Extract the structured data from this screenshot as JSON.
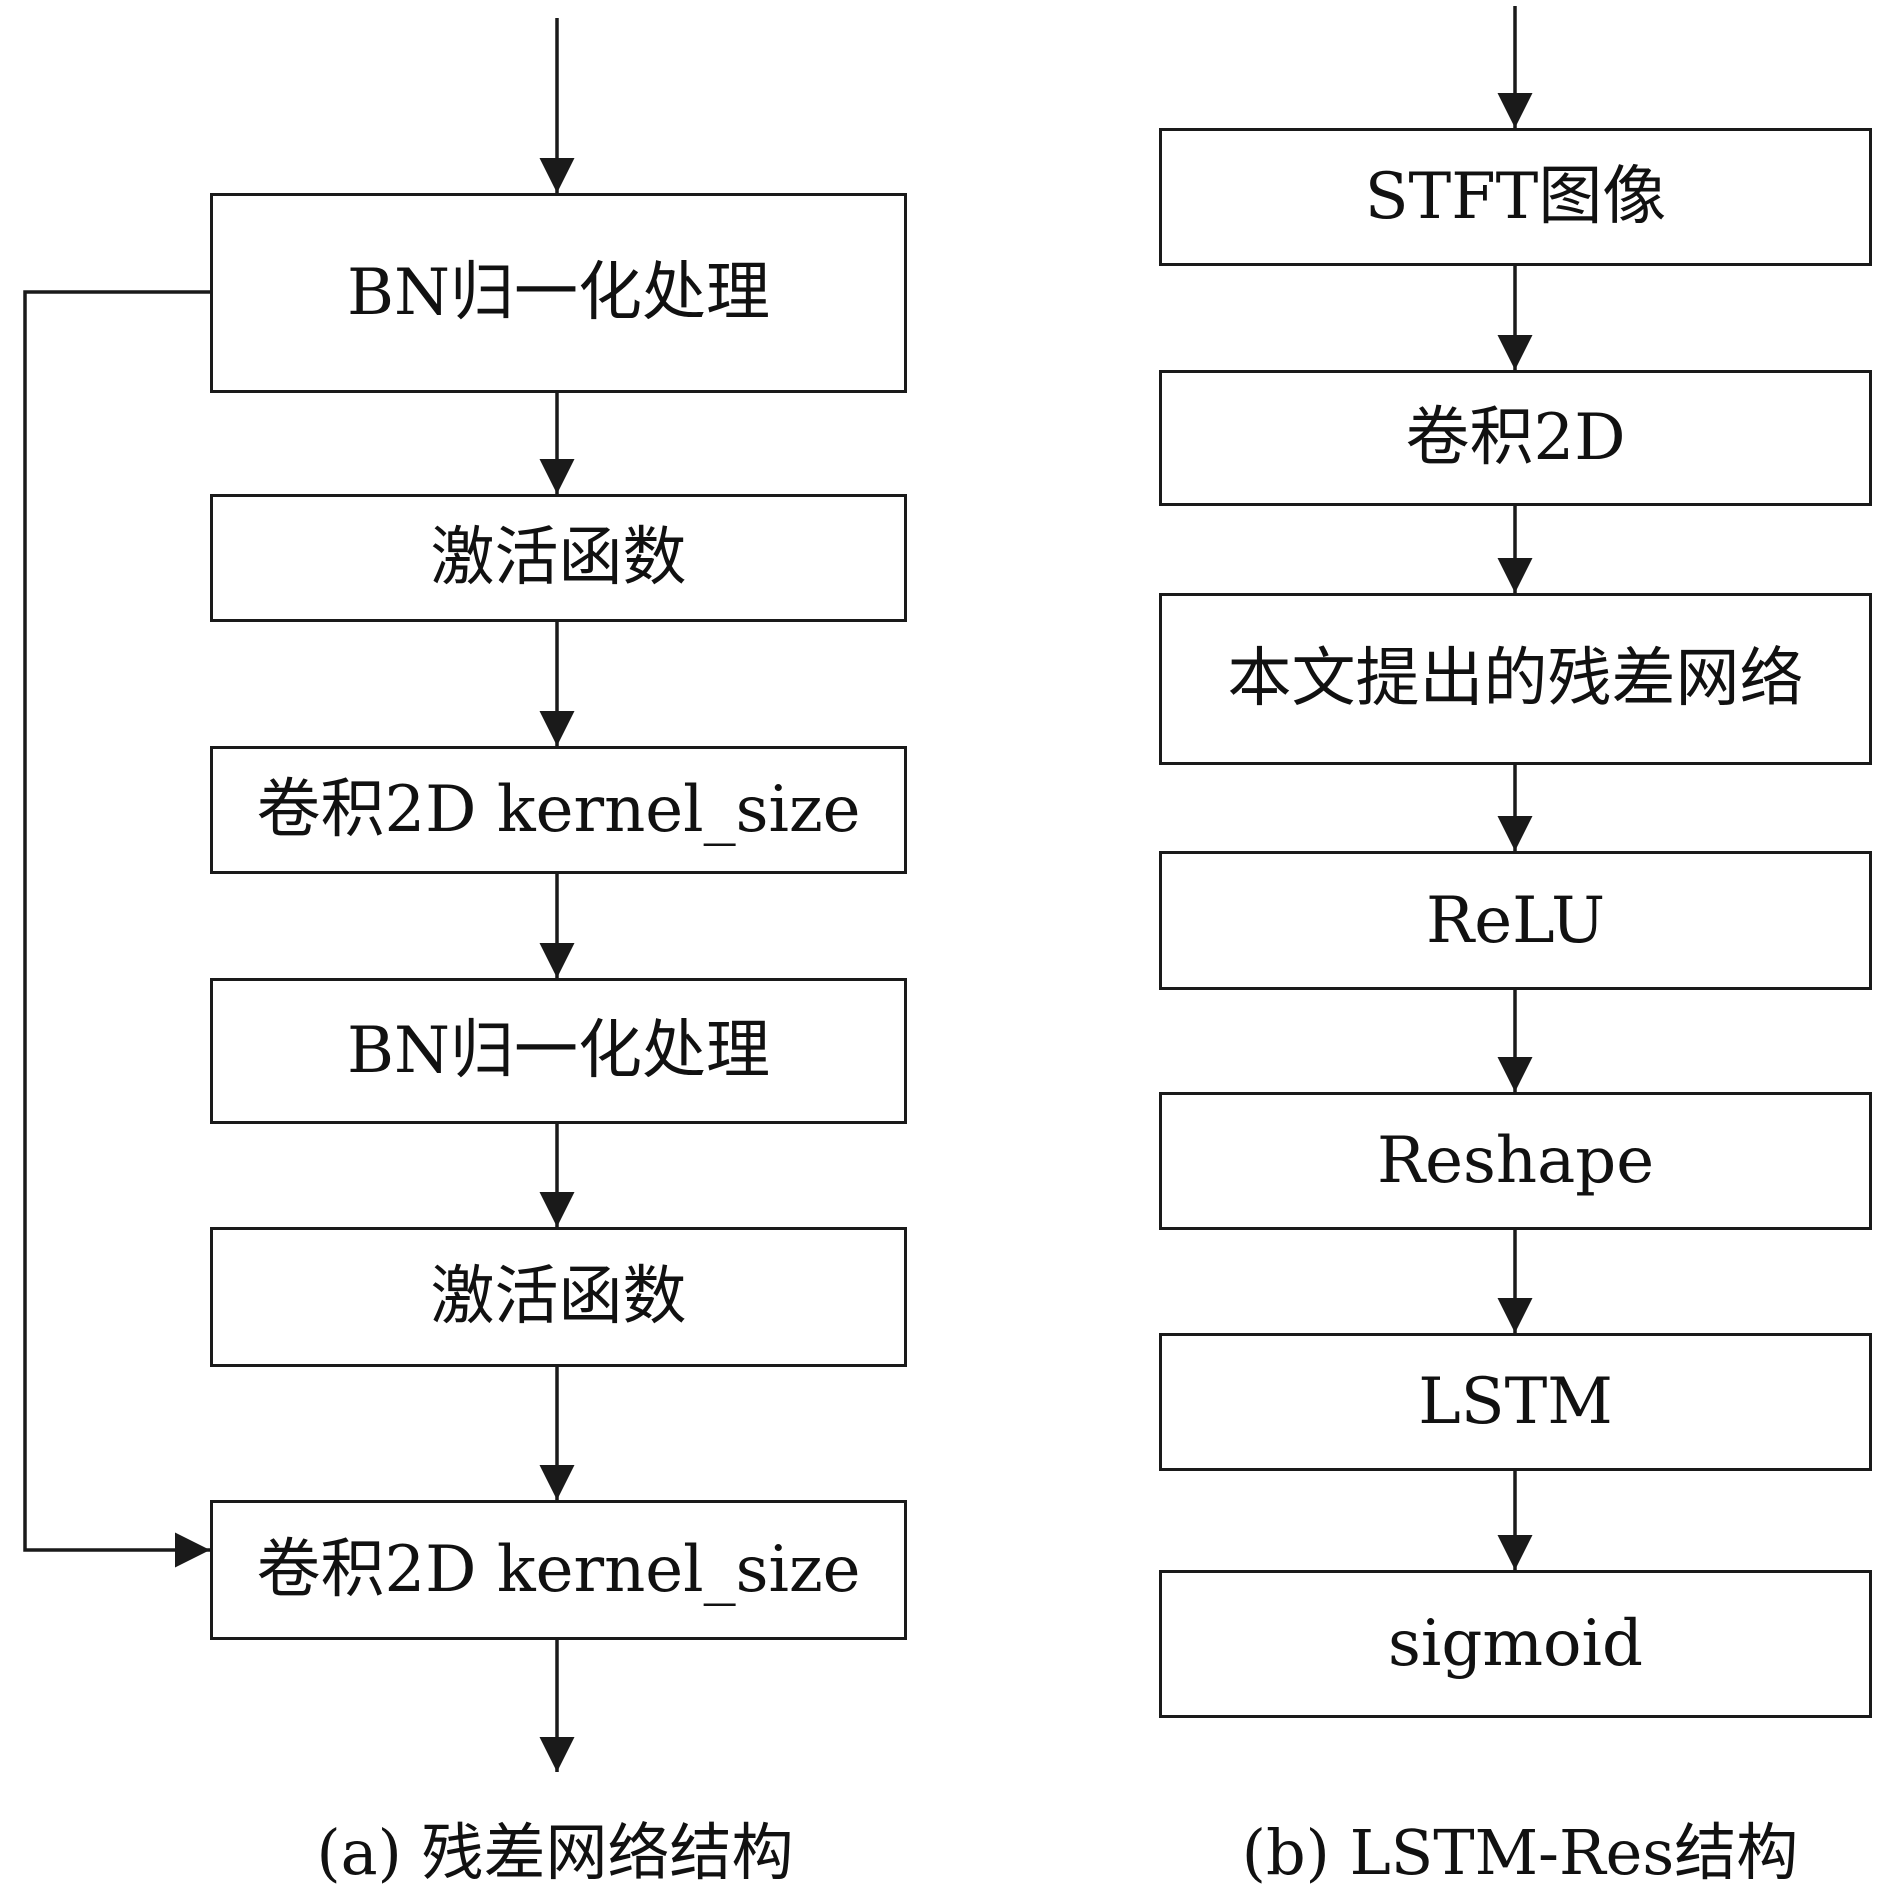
{
  "diagram_a": {
    "caption": "(a) 残差网络结构",
    "nodes": [
      "BN归一化处理",
      "激活函数",
      "卷积2D kernel_size",
      "BN归一化处理",
      "激活函数",
      "卷积2D kernel_size"
    ],
    "edges": [
      {
        "from": "input",
        "to": 0
      },
      {
        "from": 0,
        "to": 1
      },
      {
        "from": 1,
        "to": 2
      },
      {
        "from": 2,
        "to": 3
      },
      {
        "from": 3,
        "to": 4
      },
      {
        "from": 4,
        "to": 5
      },
      {
        "from": 5,
        "to": "output"
      },
      {
        "from": 0,
        "to": 5,
        "kind": "skip-connection"
      }
    ]
  },
  "diagram_b": {
    "caption": "(b) LSTM-Res结构",
    "nodes": [
      "STFT图像",
      "卷积2D",
      "本文提出的残差网络",
      "ReLU",
      "Reshape",
      "LSTM",
      "sigmoid"
    ],
    "edges": [
      {
        "from": "input",
        "to": 0
      },
      {
        "from": 0,
        "to": 1
      },
      {
        "from": 1,
        "to": 2
      },
      {
        "from": 2,
        "to": 3
      },
      {
        "from": 3,
        "to": 4
      },
      {
        "from": 4,
        "to": 5
      },
      {
        "from": 5,
        "to": 6
      }
    ]
  }
}
